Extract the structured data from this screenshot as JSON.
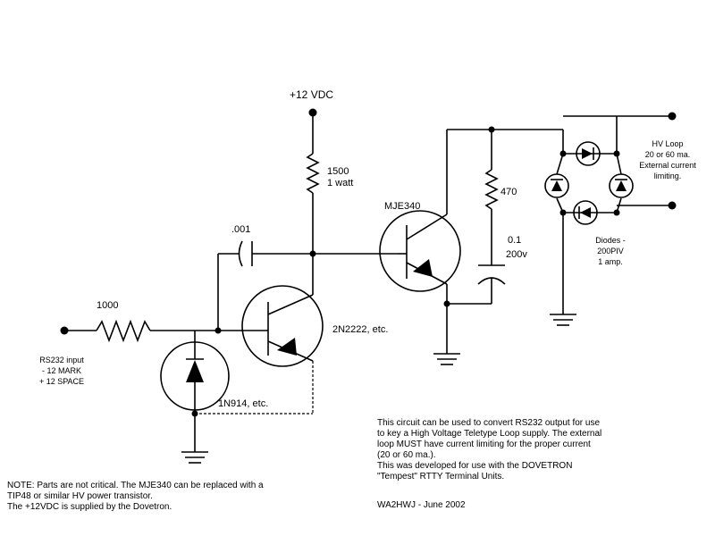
{
  "labels": {
    "supply": "+12 VDC",
    "r_collector_value": "1500",
    "r_collector_power": "1 watt",
    "cap_coupling": ".001",
    "r_input": "1000",
    "q_driver": "2N2222, etc.",
    "q_output": "MJE340",
    "diode_input": "1N914, etc.",
    "r_output": "470",
    "cap_output_value": "0.1",
    "cap_output_voltage": "200v",
    "rs232_lines": [
      "RS232 input",
      "- 12 MARK",
      "+ 12 SPACE"
    ],
    "hv_loop_lines": [
      "HV Loop",
      "20 or 60 ma.",
      "External current",
      "limiting."
    ],
    "diodes_lines": [
      "Diodes -",
      "200PIV",
      "1 amp."
    ]
  },
  "notes": {
    "parts": [
      "NOTE: Parts are not critical. The MJE340 can be replaced with a",
      "TIP48 or similar HV power transistor.",
      "The +12VDC is supplied by the Dovetron."
    ],
    "circuit": [
      "This circuit can be used to convert RS232 output for use",
      "to key a High Voltage Teletype Loop supply. The external",
      "loop MUST have current limiting for the proper current",
      "(20 or 60 ma.).",
      "This was developed for use with the DOVETRON",
      "\"Tempest\" RTTY Terminal Units."
    ],
    "author": "WA2HWJ - June 2002"
  }
}
